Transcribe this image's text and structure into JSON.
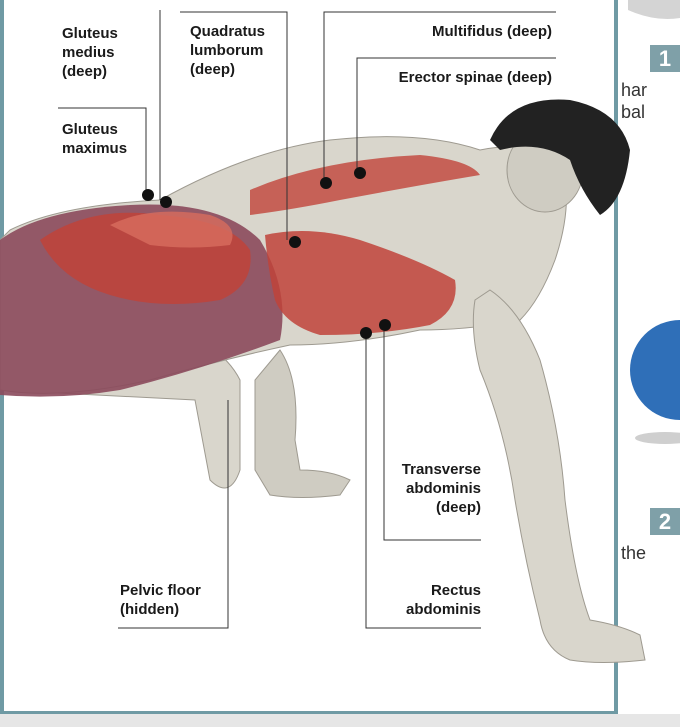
{
  "labels": {
    "gluteus_medius": [
      "Gluteus",
      "medius",
      "(deep)"
    ],
    "gluteus_maximus": [
      "Gluteus",
      "maximus"
    ],
    "quadratus_lumborum": [
      "Quadratus",
      "lumborum",
      "(deep)"
    ],
    "multifidus": "Multifidus (deep)",
    "erector_spinae": "Erector spinae (deep)",
    "transverse_abdominis": [
      "Transverse",
      "abdominis",
      "(deep)"
    ],
    "pelvic_floor": [
      "Pelvic floor",
      "(hidden)"
    ],
    "rectus_abdominis": [
      "Rectus",
      "abdominis"
    ]
  },
  "side_panel": {
    "step1_number": "1",
    "step1_line1": "har",
    "step1_line2": "bal",
    "step2_number": "2",
    "step2_line1": "the"
  },
  "colors": {
    "frame": "#6f9aa4",
    "badge": "#7fa0a8",
    "muscle": "#c0433a",
    "skin": "#d9d6cc",
    "ball": "#2f6fb8"
  }
}
